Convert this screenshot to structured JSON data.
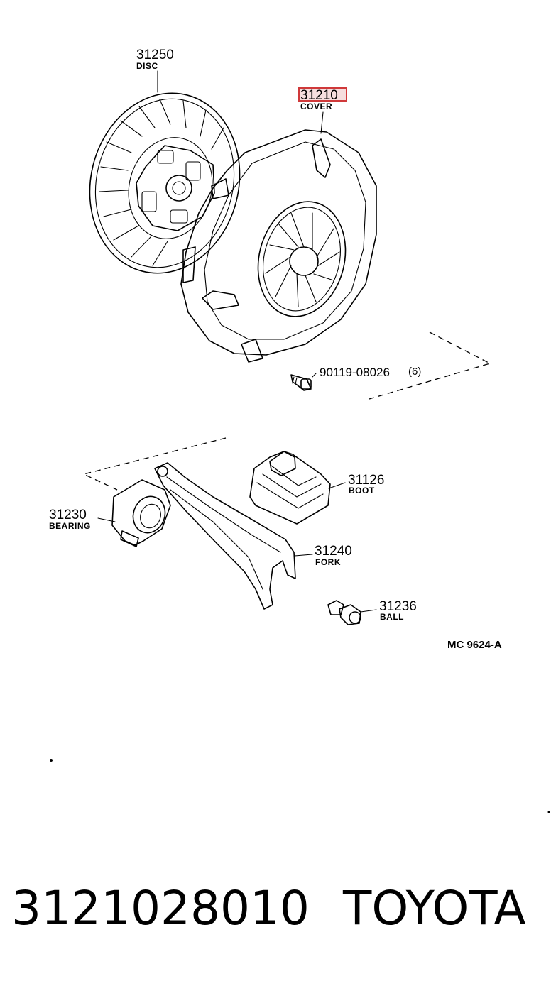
{
  "diagram": {
    "parts": [
      {
        "number": "31250",
        "name": "DISC"
      },
      {
        "number": "31210",
        "name": "COVER",
        "highlighted": true
      },
      {
        "number": "90119-08026",
        "qty": "(6)"
      },
      {
        "number": "31126",
        "name": "BOOT"
      },
      {
        "number": "31230",
        "name": "BEARING"
      },
      {
        "number": "31240",
        "name": "FORK"
      },
      {
        "number": "31236",
        "name": "BALL"
      }
    ],
    "figure_ref": "MC 9624-A",
    "highlight_color": "#d0393a"
  },
  "footer": {
    "part_number": "3121028010",
    "brand": "TOYOTA"
  }
}
